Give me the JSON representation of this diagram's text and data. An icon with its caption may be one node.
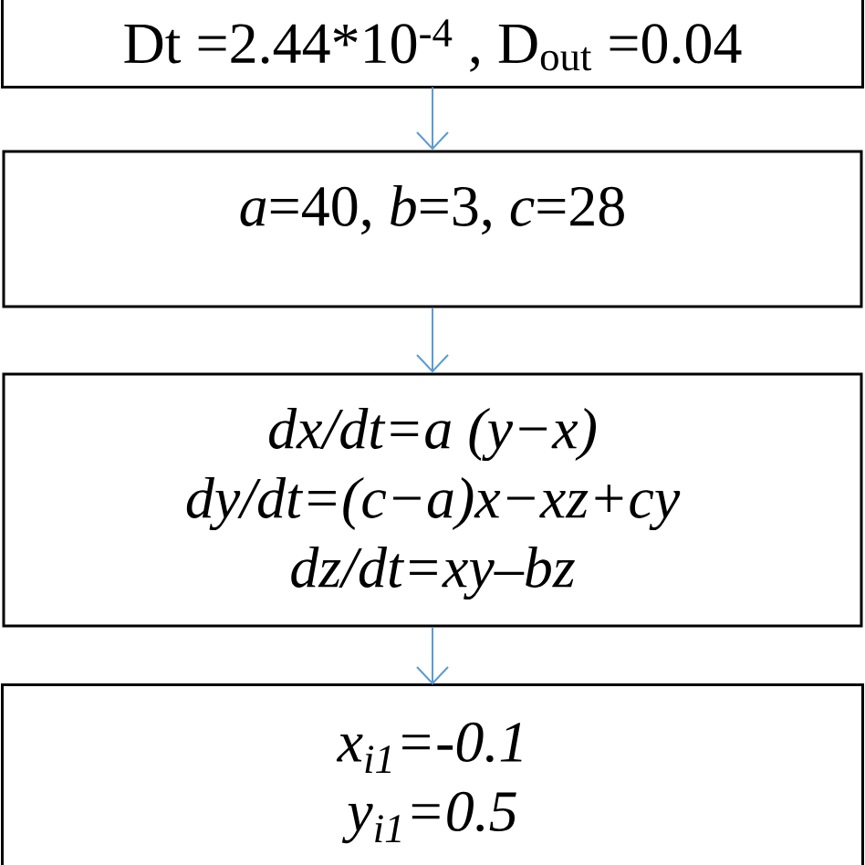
{
  "diagram": {
    "nodes": [
      {
        "text": [
          "Dt =2.44*10$^{-4}$ , D$_{out}$ =0.04"
        ]
      },
      {
        "text": [
          "*a*=40, *b*=3, *c*=28"
        ]
      },
      {
        "text": [
          "dx/dt=a (y−x)",
          "dy/dt=(c−a)x−xz+cy",
          "dz/dt=xy–bz"
        ]
      },
      {
        "text": [
          "x$_{i1}$=-0.1",
          "y$_{i1}$=0.5"
        ]
      }
    ],
    "edges": [
      {
        "from": 0,
        "to": 1,
        "arrow": "to"
      },
      {
        "from": 1,
        "to": 2,
        "arrow": "to"
      },
      {
        "from": 2,
        "to": 3,
        "arrow": "to"
      }
    ]
  }
}
